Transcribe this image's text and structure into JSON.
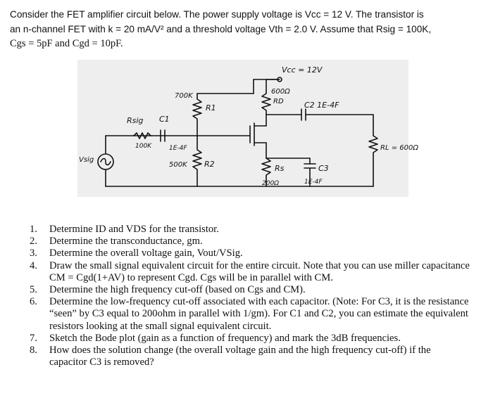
{
  "intro": {
    "line1": "Consider the FET amplifier circuit below. The power supply voltage is Vcc = 12 V. The transistor is",
    "line2": "an n-channel FET with k = 20 mA/V² and a threshold voltage Vth = 2.0 V. Assume that Rsig = 100K,",
    "line3": "Cgs = 5pF and Cgd = 10pF."
  },
  "circuit": {
    "vcc": "Vcc = 12V",
    "rd_value": "600Ω",
    "rd_label": "RD",
    "r1_value": "700K",
    "r1_label": "R1",
    "rsig_label": "Rsig",
    "rsig_value": "100K",
    "c1_label": "C1",
    "c1_value": "1E-4F",
    "r2_value": "500K",
    "r2_label": "R2",
    "vsig_label": "Vsig",
    "rs_label": "Rs",
    "rs_value": "200Ω",
    "c2_label": "C2 1E-4F",
    "c3_label": "C3",
    "c3_value": "1E-4F",
    "rl_label": "RL = 600Ω"
  },
  "questions": [
    {
      "num": "1.",
      "text": "Determine ID and VDS for the transistor."
    },
    {
      "num": "2.",
      "text": "Determine the transconductance, gm."
    },
    {
      "num": "3.",
      "text": "Determine the overall voltage gain, Vout/VSig."
    },
    {
      "num": "4.",
      "text": "Draw the small signal equivalent circuit for the entire circuit. Note that you can use miller capacitance CM = Cgd(1+AV) to represent Cgd. Cgs will be in parallel with CM."
    },
    {
      "num": "5.",
      "text": "Determine the high frequency cut-off (based on Cgs and CM)."
    },
    {
      "num": "6.",
      "text": "Determine the low-frequency cut-off associated with each capacitor. (Note: For C3, it is the resistance “seen” by C3 equal to 200ohm in parallel with 1/gm). For C1 and C2, you can estimate the equivalent resistors looking at the small signal equivalent circuit."
    },
    {
      "num": "7.",
      "text": "Sketch the Bode plot (gain as a function of frequency) and mark the 3dB frequencies."
    },
    {
      "num": "8.",
      "text": "How does the solution change (the overall voltage gain and the high frequency cut-off) if the capacitor C3 is removed?"
    }
  ]
}
